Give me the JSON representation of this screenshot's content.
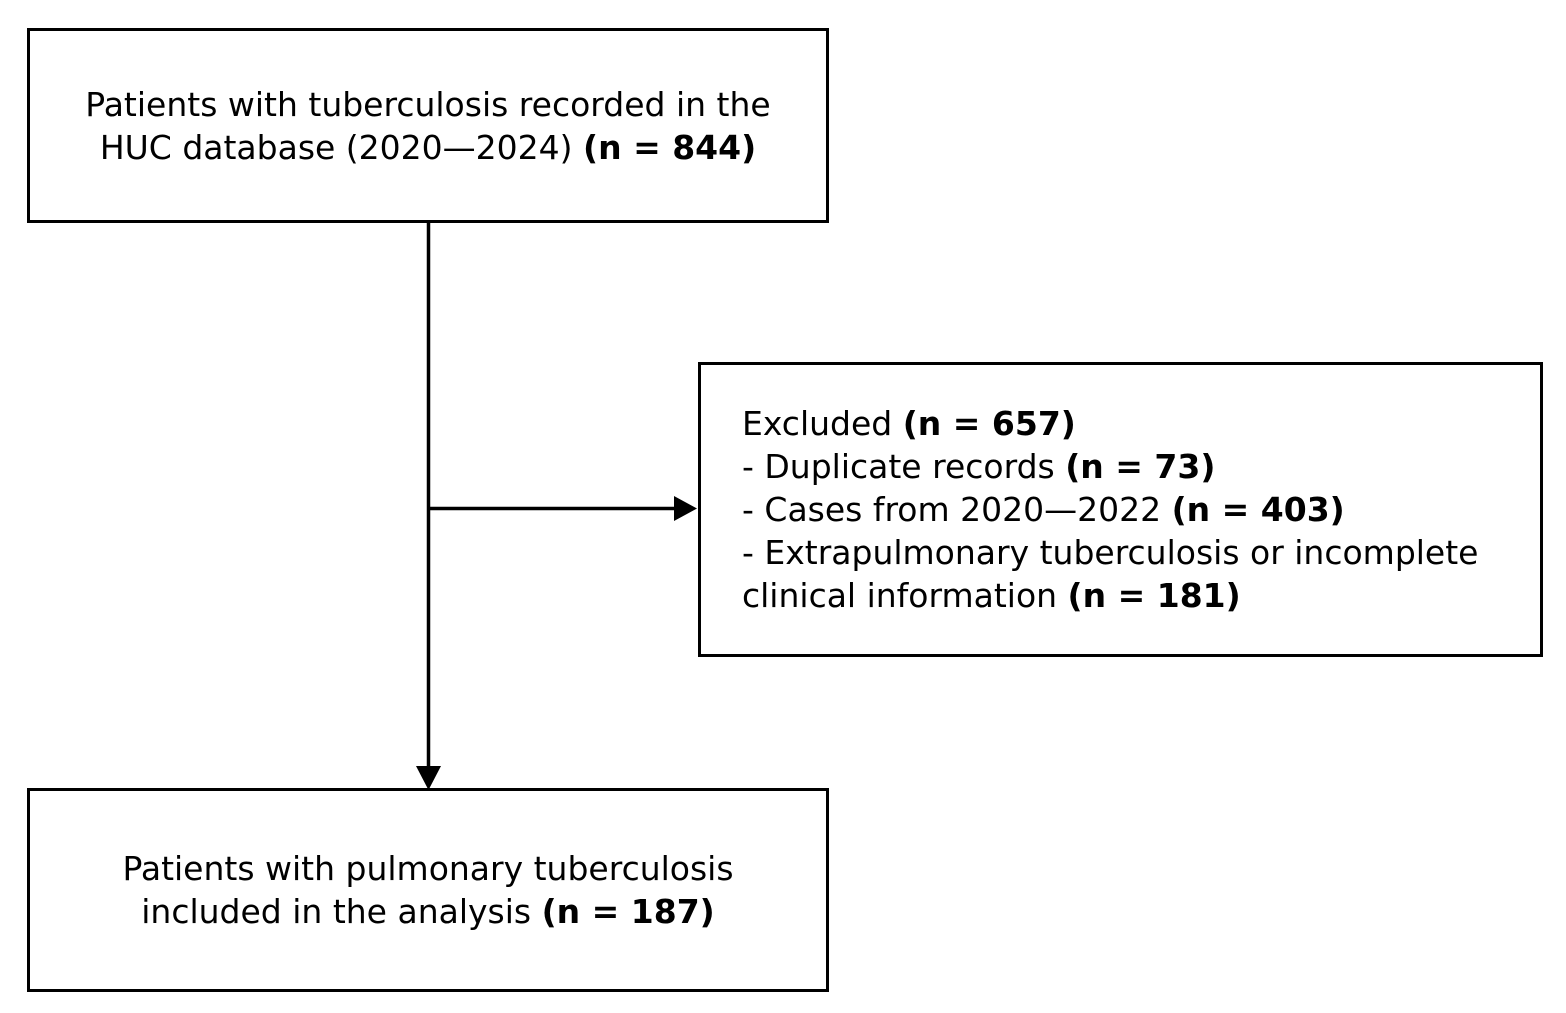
{
  "colors": {
    "background": "#ffffff",
    "box_fill": "#ffffff",
    "box_border": "#000000",
    "line": "#000000",
    "text": "#000000"
  },
  "source_box": {
    "line1": "Patients with tuberculosis recorded in the",
    "line2_normal": "HUC database (2020—2024) ",
    "line2_bold": "(n = 844)"
  },
  "excluded_box": {
    "title_normal": "Excluded ",
    "title_bold": "(n = 657)",
    "items": [
      {
        "normal": "- Duplicate records ",
        "bold": "(n = 73)"
      },
      {
        "normal": "- Cases from 2020—2022 ",
        "bold": "(n = 403)"
      },
      {
        "line1": "- Extrapulmonary tuberculosis or incomplete",
        "line2_normal": "clinical information ",
        "bold": "(n = 181)"
      }
    ]
  },
  "included_box": {
    "line1": "Patients with pulmonary tuberculosis",
    "line2_normal": "included in the analysis ",
    "line2_bold": "(n = 187)"
  }
}
